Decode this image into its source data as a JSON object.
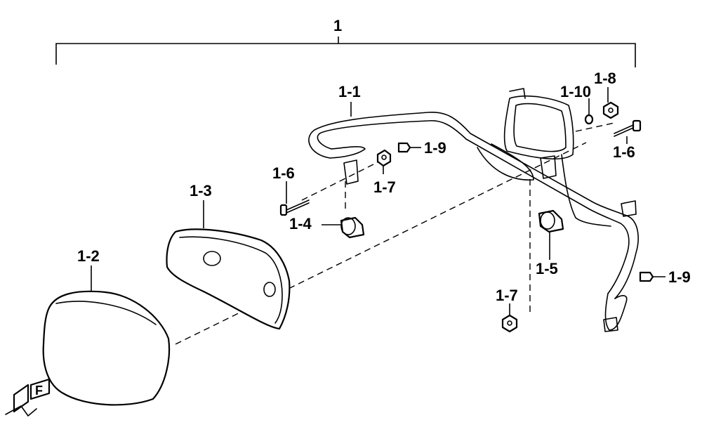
{
  "labels": {
    "assembly": "1",
    "rail": "1-1",
    "pad": "1-2",
    "pad_plate": "1-3",
    "bushing_left": "1-4",
    "bushing_right": "1-5",
    "bolt_left": "1-6",
    "bolt_right": "1-6",
    "nut_left": "1-7",
    "nut_bottom": "1-7",
    "nut_top": "1-8",
    "clip_upper": "1-9",
    "clip_right": "1-9",
    "washer": "1-10"
  },
  "front_mark": "F",
  "line_color": "#000000",
  "background": "#ffffff"
}
